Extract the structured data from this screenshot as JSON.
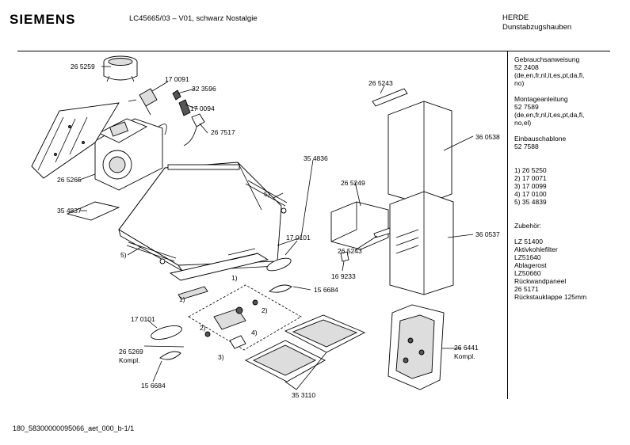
{
  "header": {
    "brand": "SIEMENS",
    "model": "LC45665/03 – V01, schwarz Nostalgie",
    "category": "HERDE",
    "subcategory": "Dunstabzugshauben"
  },
  "sidebar": {
    "lines": [
      "Gebrauchsanweisung",
      "52 2408",
      "(de,en,fr,nl,it,es,pt,da,fi,",
      "no)",
      "",
      "Montageanleitung",
      "52 7589",
      "(de,en,fr,nl,it,es,pt,da,fi,",
      "no,el)",
      "",
      "Einbauschablone",
      "52  7588",
      "",
      "",
      "1)  26 5250",
      "2)  17 0071",
      "3)  17 0099",
      "4)  17 0100",
      "5)  35 4839",
      "",
      "",
      "Zubehör:",
      "",
      "LZ 51400",
      "Aktivkohlefilter",
      "LZ51640",
      "Ablagerost",
      "LZ50660",
      "Rückwandpaneel",
      "26 5171",
      "Rückstauklappe 125mm"
    ]
  },
  "labels": {
    "l01": "26 5259",
    "l02": "17 0091",
    "l03": "32 3596",
    "l04": "17 0094",
    "l05": "26 7517",
    "l06": "26 5265",
    "l07": "35 4837",
    "l08": "35 4836",
    "l09": "5)",
    "l10": "5)",
    "l11": "26 5243",
    "l12": "36 0538",
    "l13": "26 5249",
    "l14": "26 5243",
    "l15": "36 0537",
    "l16": "16 9233",
    "l17": "17 0101",
    "l18": "1)",
    "l19": "1)",
    "l20": "15 6684",
    "l21": "2)",
    "l22": "17 0101",
    "l23": "2)",
    "l24": "4)",
    "l25": "3)",
    "l26": "26 5269",
    "l27": "Kompl.",
    "l28": "15 6684",
    "l29": "35 3110",
    "l30": "26 6441",
    "l31": "Kompl."
  },
  "footer": {
    "code": "180_58300000095066_aet_000_b-1/1"
  }
}
